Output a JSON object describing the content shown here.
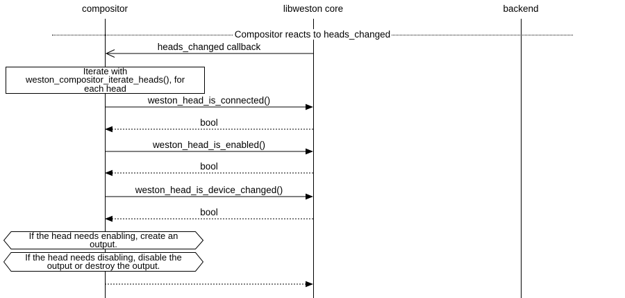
{
  "diagram": {
    "title": "Compositor reacts to heads_changed",
    "lifelines": [
      {
        "label": "compositor"
      },
      {
        "label": "libweston core"
      },
      {
        "label": "backend"
      }
    ],
    "messages": [
      {
        "label": "heads_changed callback",
        "from": "libweston core",
        "to": "compositor",
        "line": "solid",
        "arrowhead": "open"
      },
      {
        "label": "weston_head_is_connected()",
        "from": "compositor",
        "to": "libweston core",
        "line": "solid",
        "arrowhead": "filled"
      },
      {
        "label": "bool",
        "from": "libweston core",
        "to": "compositor",
        "line": "dotted",
        "arrowhead": "filled"
      },
      {
        "label": "weston_head_is_enabled()",
        "from": "compositor",
        "to": "libweston core",
        "line": "solid",
        "arrowhead": "filled"
      },
      {
        "label": "bool",
        "from": "libweston core",
        "to": "compositor",
        "line": "dotted",
        "arrowhead": "filled"
      },
      {
        "label": "weston_head_is_device_changed()",
        "from": "compositor",
        "to": "libweston core",
        "line": "solid",
        "arrowhead": "filled"
      },
      {
        "label": "bool",
        "from": "libweston core",
        "to": "compositor",
        "line": "dotted",
        "arrowhead": "filled"
      },
      {
        "label": "",
        "from": "compositor",
        "to": "libweston core",
        "line": "dotted",
        "arrowhead": "filled"
      }
    ],
    "notes": {
      "iterate": {
        "lines": [
          "Iterate with",
          "weston_compositor_iterate_heads(), for",
          "each head"
        ]
      },
      "enabling": {
        "lines": [
          "If the head needs enabling, create an",
          "output."
        ]
      },
      "disabling": {
        "lines": [
          "If the head needs disabling, disable the",
          "output or destroy the output."
        ]
      }
    },
    "colors": {
      "foreground": "#000000",
      "background": "#ffffff"
    }
  }
}
